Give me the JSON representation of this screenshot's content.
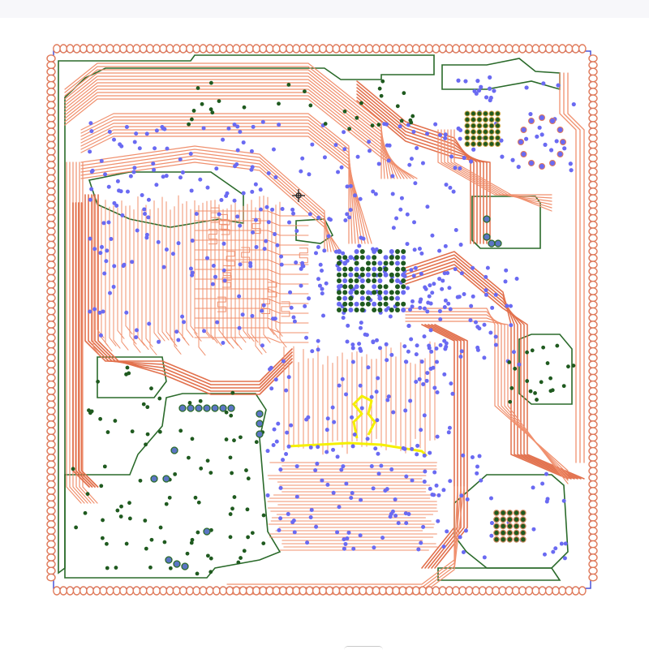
{
  "board": {
    "kind": "pcb-layout",
    "layers": [
      "copper-traces",
      "vias",
      "pads",
      "ground-pour",
      "selected-net"
    ]
  },
  "colors": {
    "background": "#ffffff",
    "outline": "#3b48d6",
    "trace": "#f0906e",
    "trace_dark": "#e2704c",
    "via": "#6a6af2",
    "pad_ring": "#e07a5a",
    "pad_core": "#ffffff",
    "ground": "#2a6a2a",
    "ground_via": "#1f5a1f",
    "highlight": "#f5f000"
  },
  "icons": [
    "crosshair-cursor-icon"
  ]
}
